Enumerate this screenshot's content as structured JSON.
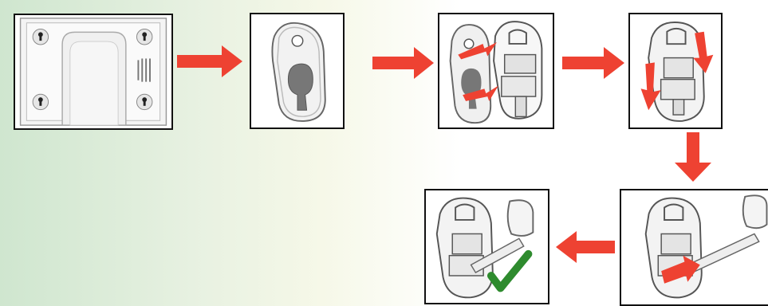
{
  "diagram": {
    "steps": [
      {
        "id": "step-1",
        "icon": "device-back-plate-icon"
      },
      {
        "id": "step-2",
        "icon": "mount-bracket-icon"
      },
      {
        "id": "step-3",
        "icon": "attach-bracket-icon"
      },
      {
        "id": "step-4",
        "icon": "slide-down-icon"
      },
      {
        "id": "step-5",
        "icon": "insert-lock-icon"
      },
      {
        "id": "step-6",
        "icon": "locked-check-icon"
      }
    ],
    "colors": {
      "arrow": "#ee4232",
      "check": "#2e8b2e",
      "panel_border": "#111111",
      "background_left": "#cfe6cf"
    }
  }
}
